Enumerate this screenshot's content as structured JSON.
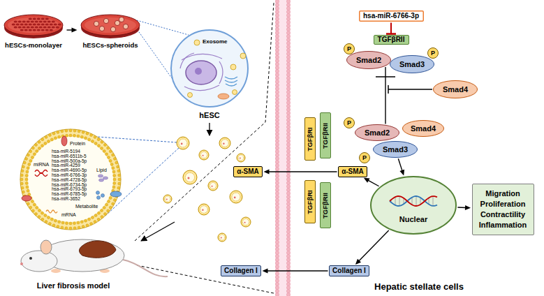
{
  "diagram": {
    "nodes": [
      {
        "text": [
          "hESCs-monolayer"
        ]
      },
      {
        "text": [
          "hESCs-spheroids"
        ]
      },
      {
        "text": [
          "Exosome",
          "hESC"
        ]
      },
      {
        "text": [
          "Protein",
          "miRNA",
          "hsa-miR-5194",
          "hsa-miR-6511b-5",
          "hsa-miR-500a-5p",
          "hsa-miR-4259",
          "hsa-miR-4690-5p",
          "hsa-miR-6766-3p",
          "hsa-miR-4728-5p",
          "hsa-miR-6734-5p",
          "hsa-miR-6793-5p",
          "hsa-miR-6785-5p",
          "hsa-miR-3652",
          "Lipid",
          "Metabolite",
          "mRNA"
        ]
      },
      {
        "text": [
          "hsa-miR-6766-3p"
        ]
      },
      {
        "text": [
          "TGFβRII"
        ]
      },
      {
        "text": [
          "P"
        ]
      },
      {
        "text": [
          "P"
        ]
      },
      {
        "text": [
          "Smad2"
        ]
      },
      {
        "text": [
          "Smad3"
        ]
      },
      {
        "text": [
          "TGFβRI"
        ]
      },
      {
        "text": [
          "TGFβRII"
        ]
      },
      {
        "text": [
          "Smad4"
        ]
      },
      {
        "text": [
          "P"
        ]
      },
      {
        "text": [
          "Smad2"
        ]
      },
      {
        "text": [
          "Smad4"
        ]
      },
      {
        "text": [
          "Smad3"
        ]
      },
      {
        "text": [
          "P"
        ]
      },
      {
        "text": [
          "α-SMA"
        ]
      },
      {
        "text": [
          "α-SMA"
        ]
      },
      {
        "text": [
          "TGFβRI"
        ]
      },
      {
        "text": [
          "TGFβRII"
        ]
      },
      {
        "text": [
          "Nuclear"
        ]
      },
      {
        "text": [
          "Migration",
          "Proliferation",
          "Contractility",
          "Inflammation"
        ]
      },
      {
        "text": [
          "Collagen I"
        ]
      },
      {
        "text": [
          "Collagen I"
        ]
      }
    ],
    "edges": [
      {
        "from": 0,
        "to": 1,
        "arrow": "to"
      },
      {
        "from": 4,
        "to": 5,
        "arrow": "to"
      },
      {
        "from": 8,
        "to": 14,
        "arrow": "none"
      },
      {
        "from": 16,
        "to": 22,
        "arrow": "to"
      },
      {
        "from": 22,
        "to": 19,
        "arrow": "to"
      },
      {
        "from": 19,
        "to": 18,
        "arrow": "to"
      },
      {
        "from": 22,
        "to": 25,
        "arrow": "to"
      },
      {
        "from": 25,
        "to": 24,
        "arrow": "to"
      },
      {
        "from": 22,
        "to": 23,
        "arrow": "to"
      }
    ],
    "labels": [
      "Liver fibrosis model",
      "Hepatic stellate cells"
    ]
  }
}
